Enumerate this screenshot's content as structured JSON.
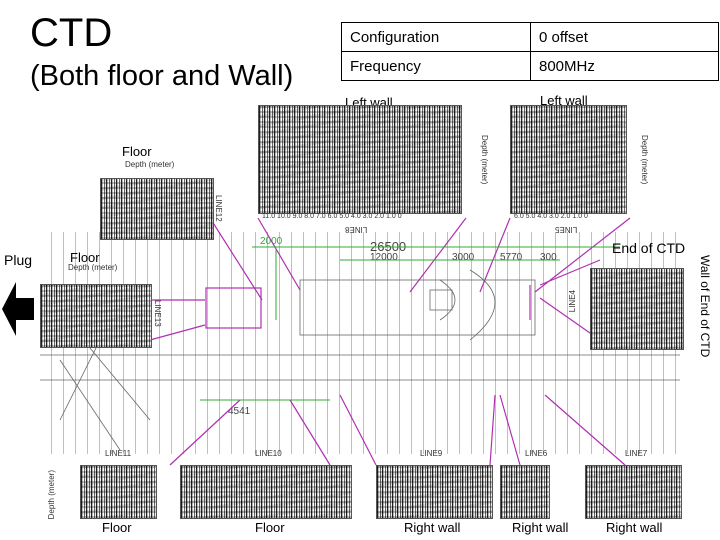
{
  "slide": {
    "title": "CTD",
    "subtitle": "(Both floor and Wall)"
  },
  "config_table": {
    "rows": [
      {
        "label": "Configuration",
        "value": "0 offset"
      },
      {
        "label": "Frequency",
        "value": "800MHz"
      }
    ]
  },
  "labels": {
    "left_wall_1": "Left wall",
    "left_wall_2": "Left wall",
    "floor_top": "Floor",
    "floor_left": "Floor",
    "plug": "Plug",
    "end_of_ctd": "End of CTD",
    "wall_of_end": "Wall of End of CTD",
    "bottom": [
      "Floor",
      "Floor",
      "Right wall",
      "Right wall",
      "Right wall"
    ]
  },
  "panels": {
    "line8": "LINE8",
    "line5": "LINE5",
    "line12": "LINE12",
    "line13": "LINE13",
    "line4": "LINE4",
    "line11": "LINE11",
    "line10": "LINE10",
    "line9": "LINE9",
    "line6": "LINE6",
    "line7": "LINE7",
    "depth_label": "Depth (meter)",
    "depth_label_rot": "Depth (meter)"
  },
  "map": {
    "dims": [
      "2000",
      "26500",
      "12000",
      "3000",
      "5770",
      "300",
      "4541"
    ]
  },
  "colors": {
    "accent": "#b030b0",
    "map_line": "#c9b6d6",
    "dimension": "#44bb44",
    "arrow": "#000000"
  },
  "icons": [
    "left-arrow-icon"
  ]
}
